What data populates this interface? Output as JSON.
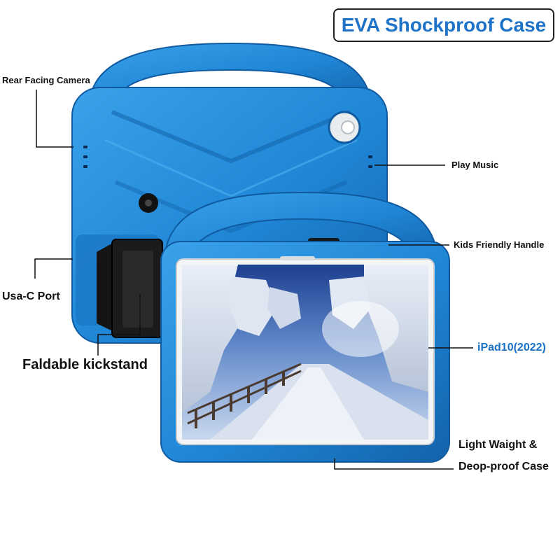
{
  "title": "EVA Shockproof Case",
  "labels": {
    "rear_camera": "Rear Facing Camera",
    "usb_c": "Usa-C Port",
    "kickstand": "Faldable kickstand",
    "play_music": "Play Music",
    "handle": "Kids Friendly Handle",
    "model": "iPad10(2022)",
    "light_weight_1": "Light Waight &",
    "light_weight_2": "Deop-proof Case"
  },
  "colors": {
    "case_blue": "#1f86d6",
    "case_dark": "#1566b0",
    "accent_text": "#1a72c7"
  }
}
